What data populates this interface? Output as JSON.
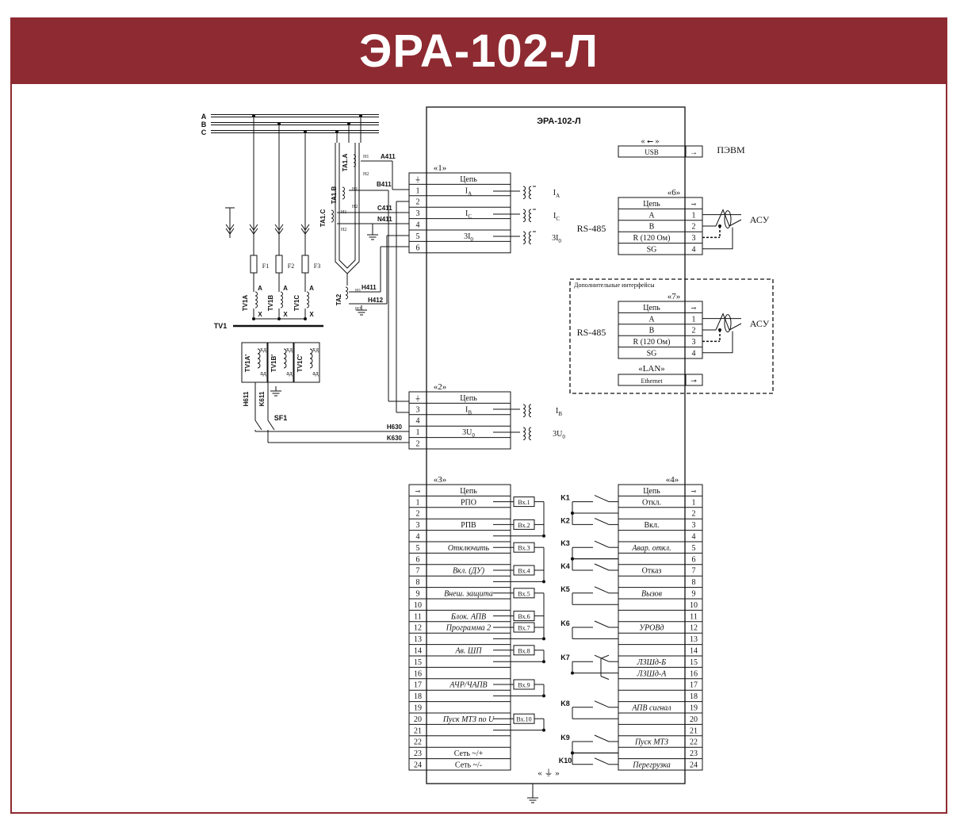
{
  "title": "ЭРА-102-Л",
  "device_label": "ЭРА-102-Л",
  "phases": [
    "A",
    "B",
    "C"
  ],
  "usb": {
    "label": "USB",
    "symbol": "« ⭠ »",
    "target": "ПЭВМ"
  },
  "block1": {
    "label": "«1»",
    "header": "Цепь",
    "ground": "⏚",
    "rows": [
      {
        "n": "1",
        "text": "I_A"
      },
      {
        "n": "2",
        "text": ""
      },
      {
        "n": "3",
        "text": "I_C"
      },
      {
        "n": "4",
        "text": ""
      },
      {
        "n": "5",
        "text": "3I_0"
      },
      {
        "n": "6",
        "text": ""
      }
    ],
    "coils": [
      "I_A",
      "I_C",
      "3I_0"
    ]
  },
  "block2": {
    "label": "«2»",
    "header": "Цепь",
    "ground": "⏚",
    "rows": [
      {
        "n": "3",
        "text": "I_B"
      },
      {
        "n": "4",
        "text": ""
      },
      {
        "n": "1",
        "text": "3U_0"
      },
      {
        "n": "2",
        "text": ""
      }
    ],
    "coils": [
      "I_B",
      "3U_0"
    ]
  },
  "block6": {
    "label": "«6»",
    "header": "Цепь",
    "side_label": "RS-485",
    "target": "АСУ",
    "rows": [
      {
        "n": "1",
        "text": "A"
      },
      {
        "n": "2",
        "text": "B"
      },
      {
        "n": "3",
        "text": "R (120 Ом)"
      },
      {
        "n": "4",
        "text": "SG"
      }
    ]
  },
  "block7": {
    "box_label": "Дополнительные интерфейсы",
    "label": "«7»",
    "header": "Цепь",
    "side_label": "RS-485",
    "target": "АСУ",
    "rows": [
      {
        "n": "1",
        "text": "A"
      },
      {
        "n": "2",
        "text": "B"
      },
      {
        "n": "3",
        "text": "R (120 Ом)"
      },
      {
        "n": "4",
        "text": "SG"
      }
    ],
    "lan_label": "«LAN»",
    "ethernet": "Ethernet"
  },
  "block3": {
    "label": "«3»",
    "header": "Цепь",
    "rows": [
      {
        "n": "1",
        "text": "РПО",
        "italic": false,
        "input": "Вх.1"
      },
      {
        "n": "2",
        "text": "",
        "input": ""
      },
      {
        "n": "3",
        "text": "РПВ",
        "italic": false,
        "input": "Вх.2"
      },
      {
        "n": "4",
        "text": "",
        "input": ""
      },
      {
        "n": "5",
        "text": "Отключить",
        "italic": true,
        "input": "Вх.3"
      },
      {
        "n": "6",
        "text": "",
        "input": ""
      },
      {
        "n": "7",
        "text": "Вкл. (ДУ)",
        "italic": true,
        "input": "Вх.4"
      },
      {
        "n": "8",
        "text": "",
        "input": ""
      },
      {
        "n": "9",
        "text": "Внеш. защита",
        "italic": true,
        "input": "Вх.5"
      },
      {
        "n": "10",
        "text": "",
        "input": ""
      },
      {
        "n": "11",
        "text": "Блок. АПВ",
        "italic": true,
        "input": "Вх.6"
      },
      {
        "n": "12",
        "text": "Программа 2",
        "italic": true,
        "input": "Вх.7"
      },
      {
        "n": "13",
        "text": "",
        "input": ""
      },
      {
        "n": "14",
        "text": "Ав. ШП",
        "italic": true,
        "input": "Вх.8"
      },
      {
        "n": "15",
        "text": "",
        "input": ""
      },
      {
        "n": "16",
        "text": "",
        "input": ""
      },
      {
        "n": "17",
        "text": "АЧР/ЧАПВ",
        "italic": true,
        "input": "Вх.9"
      },
      {
        "n": "18",
        "text": "",
        "input": ""
      },
      {
        "n": "19",
        "text": "",
        "input": ""
      },
      {
        "n": "20",
        "text": "Пуск МТЗ по U",
        "italic": true,
        "input": "Вх.10"
      },
      {
        "n": "21",
        "text": "",
        "input": ""
      },
      {
        "n": "22",
        "text": "",
        "input": ""
      },
      {
        "n": "23",
        "text": "Сеть ~/+",
        "italic": false,
        "input": ""
      },
      {
        "n": "24",
        "text": "Сеть ~/-",
        "italic": false,
        "input": ""
      }
    ]
  },
  "block4": {
    "label": "«4»",
    "header": "Цепь",
    "rows": [
      {
        "n": "1",
        "text": "Откл.",
        "italic": false
      },
      {
        "n": "2",
        "text": "",
        "italic": false
      },
      {
        "n": "3",
        "text": "Вкл.",
        "italic": false
      },
      {
        "n": "4",
        "text": "",
        "italic": false
      },
      {
        "n": "5",
        "text": "Авар. откл.",
        "italic": true
      },
      {
        "n": "6",
        "text": "",
        "italic": false
      },
      {
        "n": "7",
        "text": "Отказ",
        "italic": false
      },
      {
        "n": "8",
        "text": "",
        "italic": false
      },
      {
        "n": "9",
        "text": "Вызов",
        "italic": true
      },
      {
        "n": "10",
        "text": "",
        "italic": false
      },
      {
        "n": "11",
        "text": "",
        "italic": false
      },
      {
        "n": "12",
        "text": "УРОВд",
        "italic": true
      },
      {
        "n": "13",
        "text": "",
        "italic": false
      },
      {
        "n": "14",
        "text": "",
        "italic": false
      },
      {
        "n": "15",
        "text": "ЛЗШд-Б",
        "italic": true
      },
      {
        "n": "16",
        "text": "ЛЗШд-А",
        "italic": true
      },
      {
        "n": "17",
        "text": "",
        "italic": false
      },
      {
        "n": "18",
        "text": "",
        "italic": false
      },
      {
        "n": "19",
        "text": "АПВ сигнал",
        "italic": true
      },
      {
        "n": "20",
        "text": "",
        "italic": false
      },
      {
        "n": "21",
        "text": "",
        "italic": false
      },
      {
        "n": "22",
        "text": "Пуск МТЗ",
        "italic": true
      },
      {
        "n": "23",
        "text": "",
        "italic": false
      },
      {
        "n": "24",
        "text": "Перегрузка",
        "italic": true
      }
    ],
    "relays": [
      "K1",
      "K2",
      "K3",
      "K4",
      "K5",
      "K6",
      "K7",
      "K8",
      "K9",
      "K10"
    ]
  },
  "bottom_ground": "« ⏚ »",
  "left_circuit": {
    "fuses": [
      "F1",
      "F2",
      "F3"
    ],
    "vt_primary": [
      "TV1A",
      "TV1B",
      "TV1C"
    ],
    "vt_secondary": [
      "TV1A'",
      "TV1B'",
      "TV1C'"
    ],
    "vt_group": "TV1",
    "ax": [
      "A",
      "X"
    ],
    "secondary_terms": [
      "xд",
      "aд"
    ],
    "cts": [
      "TA1.A",
      "TA1.B",
      "TA1.C",
      "TA2"
    ],
    "ct_terms": [
      "H1",
      "H2"
    ],
    "wires": [
      "A411",
      "B411",
      "C411",
      "N411",
      "H411",
      "H412",
      "H611",
      "K611",
      "H630",
      "K630"
    ],
    "breaker": "SF1"
  }
}
